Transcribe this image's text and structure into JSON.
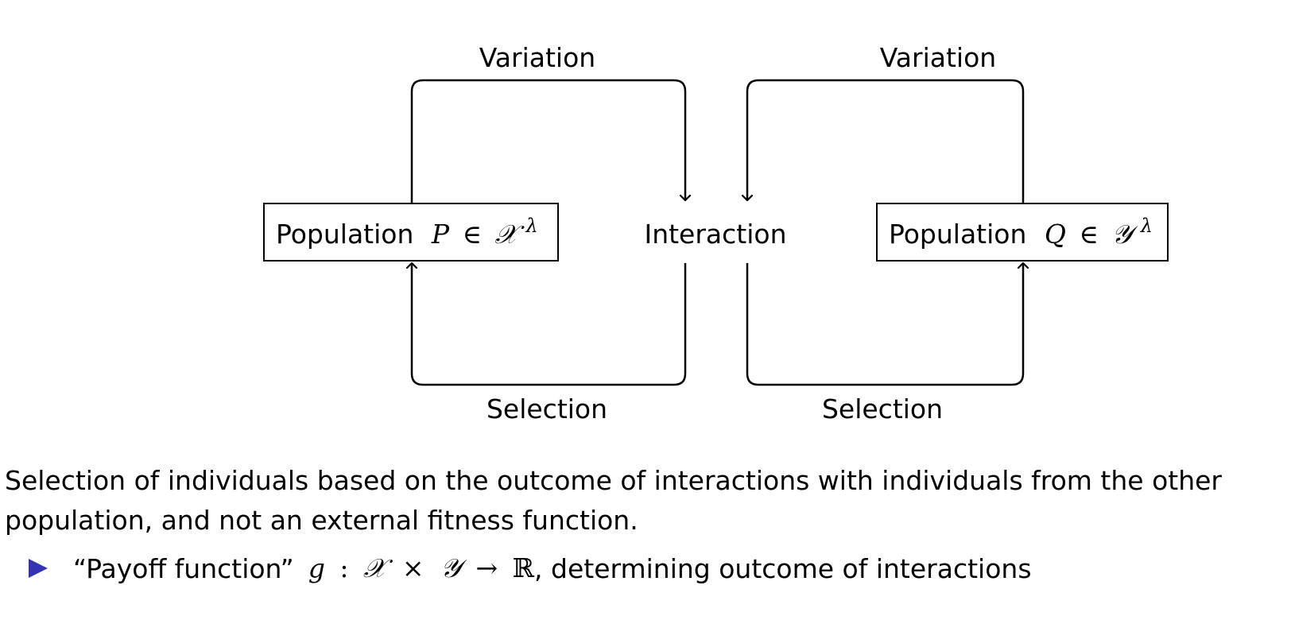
{
  "diagram": {
    "left_loop": {
      "top_label": "Variation",
      "bottom_label": "Selection",
      "box": {
        "text": "Population",
        "var": "P",
        "in": "∈",
        "set": "𝒳",
        "exp": "λ"
      }
    },
    "center_label": "Interaction",
    "right_loop": {
      "top_label": "Variation",
      "bottom_label": "Selection",
      "box": {
        "text": "Population",
        "var": "Q",
        "in": "∈",
        "set": "𝒴",
        "exp": "λ"
      }
    }
  },
  "caption": "Selection of individuals based on the outcome of interactions with individuals from the other population, and not an external fitness function.",
  "bullet": {
    "quote_text": "“Payoff function”",
    "g": "g",
    "colon": ":",
    "x": "𝒳",
    "times": "×",
    "y": "𝒴",
    "arrow": "→",
    "reals": "ℝ",
    "rest": ", determining outcome of interactions"
  },
  "colors": {
    "bullet": "#3333b3"
  }
}
